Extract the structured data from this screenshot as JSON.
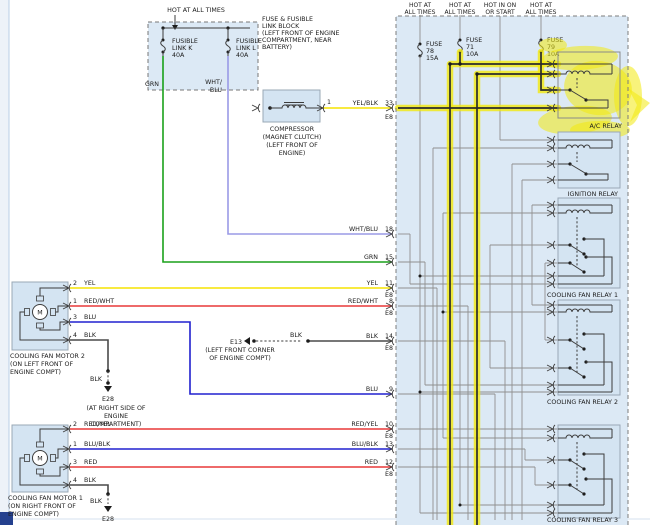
{
  "colors": {
    "highlight": "#f3e90e",
    "green": "#1aa11a",
    "white_blue": "#9a9ae6",
    "yellow": "#f6e400",
    "red": "#e83838",
    "blue": "#2121cf",
    "black_wire": "#4a4a4a",
    "gray_wire": "#8f8f8f",
    "panel": "#dce9f5",
    "navy": "#24408e"
  },
  "header": {
    "hot_top_left": "HOT AT ALL TIMES"
  },
  "fuse_block": {
    "title_lines": [
      "FUSE & FUSIBLE",
      "LINK BLOCK",
      "(LEFT FRONT OF ENGINE",
      "COMPARTMENT, NEAR",
      "BATTERY)"
    ],
    "link_k_lines": [
      "FUSIBLE",
      "LINK K",
      "40A"
    ],
    "link_l_lines": [
      "FUSIBLE",
      "LINK L",
      "40A"
    ]
  },
  "wires_left": {
    "grn": "GRN",
    "wht": "WHT/",
    "blu": "BLU"
  },
  "compressor": {
    "lines": [
      "COMPRESSOR",
      "(MAGNET CLUTCH)",
      "(LEFT FRONT OF",
      "ENGINE)"
    ],
    "pin": "1",
    "wire": "YEL/BLK",
    "num": "33",
    "conn": "E8"
  },
  "feeds": [
    [
      "HOT AT",
      "ALL TIMES"
    ],
    [
      "HOT AT",
      "ALL TIMES"
    ],
    [
      "HOT IN ON",
      "OR START"
    ],
    [
      "HOT AT",
      "ALL TIMES"
    ]
  ],
  "fuses": [
    [
      "FUSE",
      "78",
      "15A"
    ],
    [
      "FUSE",
      "71",
      "10A"
    ],
    [
      "FUSE",
      "79",
      "10A"
    ]
  ],
  "relays": [
    "A/C RELAY",
    "IGNITION RELAY",
    "COOLING FAN RELAY 1",
    "COOLING FAN RELAY 2",
    "COOLING FAN RELAY 3"
  ],
  "entries": [
    [
      "WHT/BLU",
      "18",
      ""
    ],
    [
      "GRN",
      "15",
      ""
    ],
    [
      "YEL",
      "11",
      "E8"
    ],
    [
      "RED/WHT",
      "8",
      "E8"
    ],
    [
      "BLK",
      "14",
      "E8"
    ],
    [
      "BLU",
      "9",
      ""
    ],
    [
      "RED/YEL",
      "10",
      "E8"
    ],
    [
      "BLU/BLK",
      "13",
      ""
    ],
    [
      "RED",
      "12",
      "E8"
    ]
  ],
  "motor2": {
    "label_lines": [
      "COOLING FAN MOTOR 2",
      "(ON LEFT FRONT OF",
      "ENGINE COMPT)"
    ],
    "symbol": "M",
    "pins": [
      [
        "2",
        "YEL"
      ],
      [
        "1",
        "RED/WHT"
      ],
      [
        "3",
        "BLU"
      ],
      [
        "4",
        "BLK"
      ]
    ],
    "ground": {
      "wire": "BLK",
      "name": "E28",
      "loc_lines": [
        "(AT RIGHT SIDE OF",
        "ENGINE",
        "COMPARTMENT)"
      ]
    }
  },
  "motor1": {
    "label_lines": [
      "COOLING FAN MOTOR 1",
      "(ON RIGHT FRONT OF",
      "ENGINE COMPT)"
    ],
    "symbol": "M",
    "pins": [
      [
        "2",
        "RED/YEL"
      ],
      [
        "1",
        "BLU/BLK"
      ],
      [
        "3",
        "RED"
      ],
      [
        "4",
        "BLK"
      ]
    ],
    "ground": {
      "wire": "BLK",
      "name": "E28"
    }
  },
  "e13": {
    "name": "E13",
    "wire": "BLK",
    "loc_lines": [
      "(LEFT FRONT CORNER",
      "OF ENGINE COMPT)"
    ]
  }
}
